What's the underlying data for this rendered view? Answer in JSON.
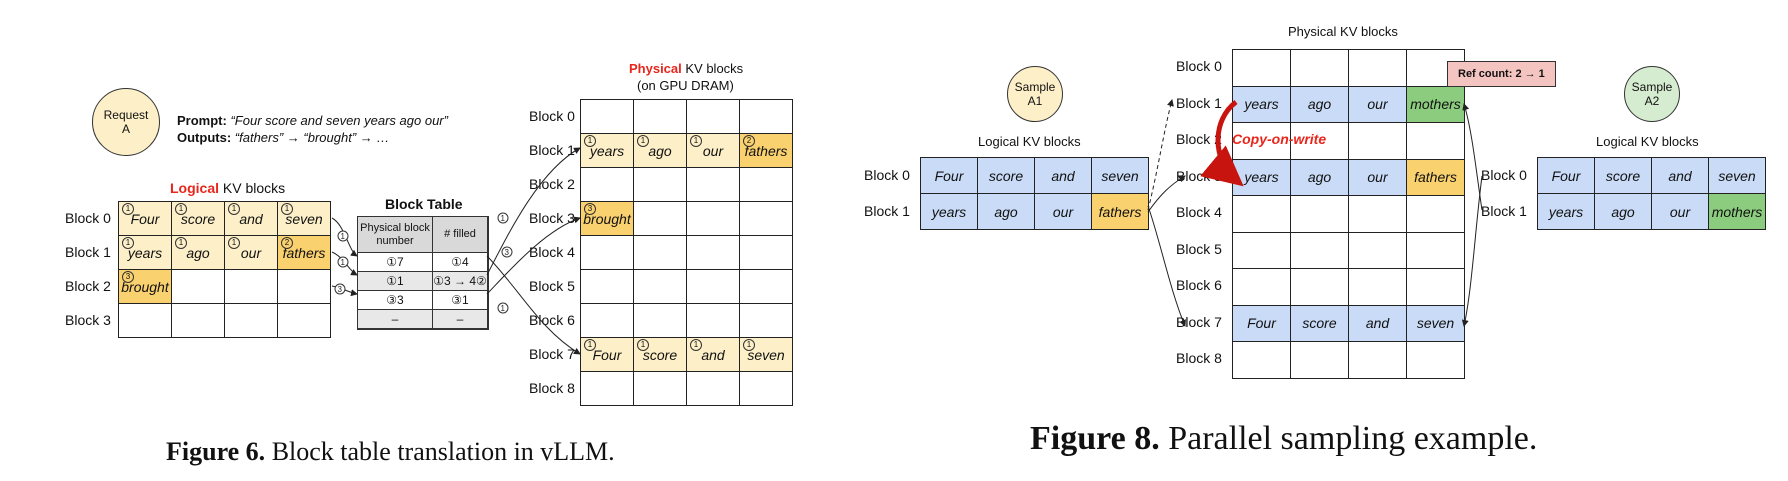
{
  "fig6": {
    "request_line1": "Request",
    "request_line2": "A",
    "prompt_label": "Prompt:",
    "prompt_text": "“Four score and seven years ago our”",
    "outputs_label": "Outputs:",
    "outputs_text": "“fathers” → “brought” → …",
    "logical_title_red": "Logical",
    "logical_title_rest": " KV blocks",
    "logical_rows": [
      "Block 0",
      "Block 1",
      "Block 2",
      "Block 3"
    ],
    "logical_cells": [
      [
        {
          "t": "Four",
          "n": "1",
          "s": "tok"
        },
        {
          "t": "score",
          "n": "1",
          "s": "tok"
        },
        {
          "t": "and",
          "n": "1",
          "s": "tok"
        },
        {
          "t": "seven",
          "n": "1",
          "s": "tok"
        }
      ],
      [
        {
          "t": "years",
          "n": "1",
          "s": "tok"
        },
        {
          "t": "ago",
          "n": "1",
          "s": "tok"
        },
        {
          "t": "our",
          "n": "1",
          "s": "tok"
        },
        {
          "t": "fathers",
          "n": "2",
          "s": "new"
        }
      ],
      [
        {
          "t": "brought",
          "n": "3",
          "s": "new"
        },
        {
          "t": "",
          "n": "",
          "s": ""
        },
        {
          "t": "",
          "n": "",
          "s": ""
        },
        {
          "t": "",
          "n": "",
          "s": ""
        }
      ],
      [
        {
          "t": "",
          "n": "",
          "s": ""
        },
        {
          "t": "",
          "n": "",
          "s": ""
        },
        {
          "t": "",
          "n": "",
          "s": ""
        },
        {
          "t": "",
          "n": "",
          "s": ""
        }
      ]
    ],
    "block_table_title": "Block Table",
    "bt_headers": [
      "Physical block number",
      "# filled"
    ],
    "bt_rows": [
      [
        "①7",
        "①4"
      ],
      [
        "①1",
        "①3 → 4②"
      ],
      [
        "③3",
        "③1"
      ],
      [
        "–",
        "–"
      ]
    ],
    "physical_title_red": "Physical",
    "physical_title_rest": " KV blocks",
    "physical_subtitle": "(on GPU DRAM)",
    "physical_rows": [
      "Block 0",
      "Block 1",
      "Block 2",
      "Block 3",
      "Block 4",
      "Block 5",
      "Block 6",
      "Block 7",
      "Block 8"
    ],
    "physical_cells": [
      [],
      [
        {
          "t": "years",
          "n": "1",
          "s": "tok"
        },
        {
          "t": "ago",
          "n": "1",
          "s": "tok"
        },
        {
          "t": "our",
          "n": "1",
          "s": "tok"
        },
        {
          "t": "fathers",
          "n": "2",
          "s": "new"
        }
      ],
      [],
      [
        {
          "t": "brought",
          "n": "3",
          "s": "new"
        }
      ],
      [],
      [],
      [],
      [
        {
          "t": "Four",
          "n": "1",
          "s": "tok"
        },
        {
          "t": "score",
          "n": "1",
          "s": "tok"
        },
        {
          "t": "and",
          "n": "1",
          "s": "tok"
        },
        {
          "t": "seven",
          "n": "1",
          "s": "tok"
        }
      ],
      []
    ],
    "arrow_nums": [
      "1",
      "1",
      "3",
      "1",
      "3",
      "1"
    ],
    "caption_bold": "Figure 6.",
    "caption_rest": " Block table translation in vLLM."
  },
  "fig8": {
    "sample_a1_line1": "Sample",
    "sample_a1_line2": "A1",
    "sample_a2_line1": "Sample",
    "sample_a2_line2": "A2",
    "logical_title_left": "Logical KV blocks",
    "logical_title_right": "Logical KV blocks",
    "left_rows": [
      "Block 0",
      "Block 1"
    ],
    "left_cells": [
      [
        {
          "t": "Four",
          "s": "blue"
        },
        {
          "t": "score",
          "s": "blue"
        },
        {
          "t": "and",
          "s": "blue"
        },
        {
          "t": "seven",
          "s": "blue"
        }
      ],
      [
        {
          "t": "years",
          "s": "blue"
        },
        {
          "t": "ago",
          "s": "blue"
        },
        {
          "t": "our",
          "s": "blue"
        },
        {
          "t": "fathers",
          "s": "new"
        }
      ]
    ],
    "right_rows": [
      "Block 0",
      "Block 1"
    ],
    "right_cells": [
      [
        {
          "t": "Four",
          "s": "blue"
        },
        {
          "t": "score",
          "s": "blue"
        },
        {
          "t": "and",
          "s": "blue"
        },
        {
          "t": "seven",
          "s": "blue"
        }
      ],
      [
        {
          "t": "years",
          "s": "blue"
        },
        {
          "t": "ago",
          "s": "blue"
        },
        {
          "t": "our",
          "s": "blue"
        },
        {
          "t": "mothers",
          "s": "green"
        }
      ]
    ],
    "physical_title": "Physical KV blocks",
    "physical_rows": [
      "Block 0",
      "Block 1",
      "Block 2",
      "Block 3",
      "Block 4",
      "Block 5",
      "Block 6",
      "Block 7",
      "Block 8"
    ],
    "physical_cells": [
      [],
      [
        {
          "t": "years",
          "s": "blue"
        },
        {
          "t": "ago",
          "s": "blue"
        },
        {
          "t": "our",
          "s": "blue"
        },
        {
          "t": "mothers",
          "s": "green"
        }
      ],
      [],
      [
        {
          "t": "years",
          "s": "blue"
        },
        {
          "t": "ago",
          "s": "blue"
        },
        {
          "t": "our",
          "s": "blue"
        },
        {
          "t": "fathers",
          "s": "new"
        }
      ],
      [],
      [],
      [],
      [
        {
          "t": "Four",
          "s": "blue"
        },
        {
          "t": "score",
          "s": "blue"
        },
        {
          "t": "and",
          "s": "blue"
        },
        {
          "t": "seven",
          "s": "blue"
        }
      ],
      []
    ],
    "copy_on_write": "Copy-on-write",
    "ref_count": "Ref count: 2 → 1",
    "caption_bold": "Figure 8.",
    "caption_rest": " Parallel sampling example."
  },
  "colors": {
    "token": "#fdf0c8",
    "new": "#f9d16f",
    "blue": "#c9dbf7",
    "green": "#8ccc7e",
    "red": "#e8261c",
    "ref_bg": "#f4c4c0"
  }
}
